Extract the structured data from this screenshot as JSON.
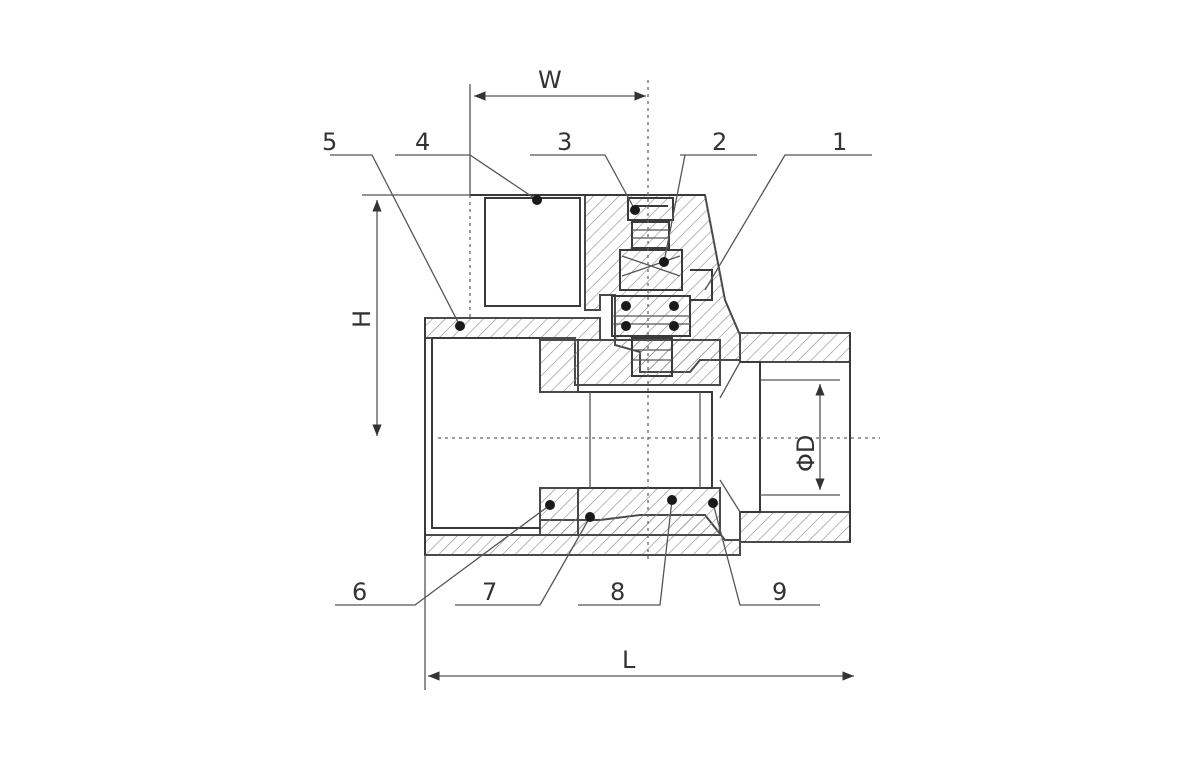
{
  "callouts": {
    "c1": "1",
    "c2": "2",
    "c3": "3",
    "c4": "4",
    "c5": "5",
    "c6": "6",
    "c7": "7",
    "c8": "8",
    "c9": "9"
  },
  "dimensions": {
    "width": "W",
    "height": "H",
    "length": "L",
    "diameter": "ΦD"
  },
  "colors": {
    "line": "#3a3a3a",
    "background": "#ffffff"
  }
}
